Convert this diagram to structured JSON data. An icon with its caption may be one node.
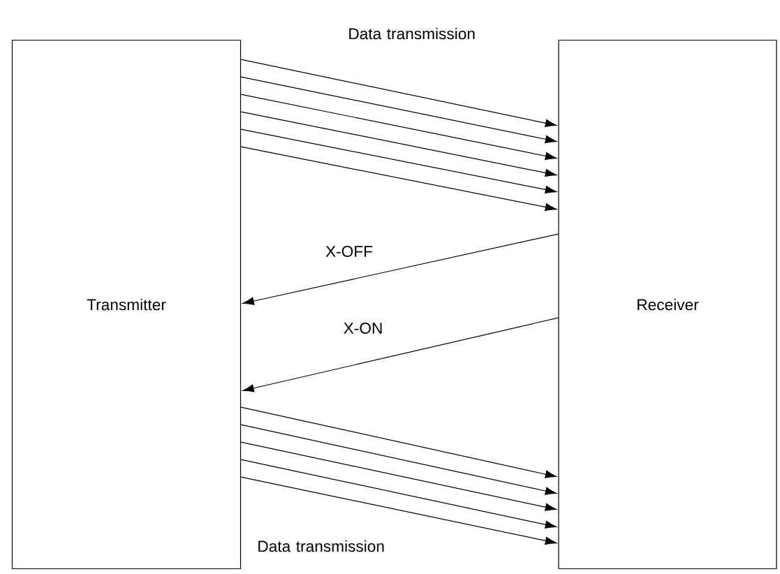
{
  "diagram": {
    "nodes": [
      {
        "text": [
          "Transmitter"
        ]
      },
      {
        "text": [
          "Receiver"
        ]
      }
    ],
    "edges": [
      {
        "from": 0,
        "to": 1,
        "arrow": "to"
      },
      {
        "from": 0,
        "to": 1,
        "arrow": "to"
      },
      {
        "from": 0,
        "to": 1,
        "arrow": "to"
      },
      {
        "from": 0,
        "to": 1,
        "arrow": "to"
      },
      {
        "from": 0,
        "to": 1,
        "arrow": "to"
      },
      {
        "from": 0,
        "to": 1,
        "arrow": "to"
      },
      {
        "from": 1,
        "to": 0,
        "arrow": "to",
        "label": "X-OFF"
      },
      {
        "from": 1,
        "to": 0,
        "arrow": "to",
        "label": "X-ON"
      },
      {
        "from": 0,
        "to": 1,
        "arrow": "to"
      },
      {
        "from": 0,
        "to": 1,
        "arrow": "to"
      },
      {
        "from": 0,
        "to": 1,
        "arrow": "to"
      },
      {
        "from": 0,
        "to": 1,
        "arrow": "to"
      },
      {
        "from": 0,
        "to": 1,
        "arrow": "to"
      }
    ],
    "labels": [
      "Data transmission",
      "Data transmission"
    ]
  }
}
